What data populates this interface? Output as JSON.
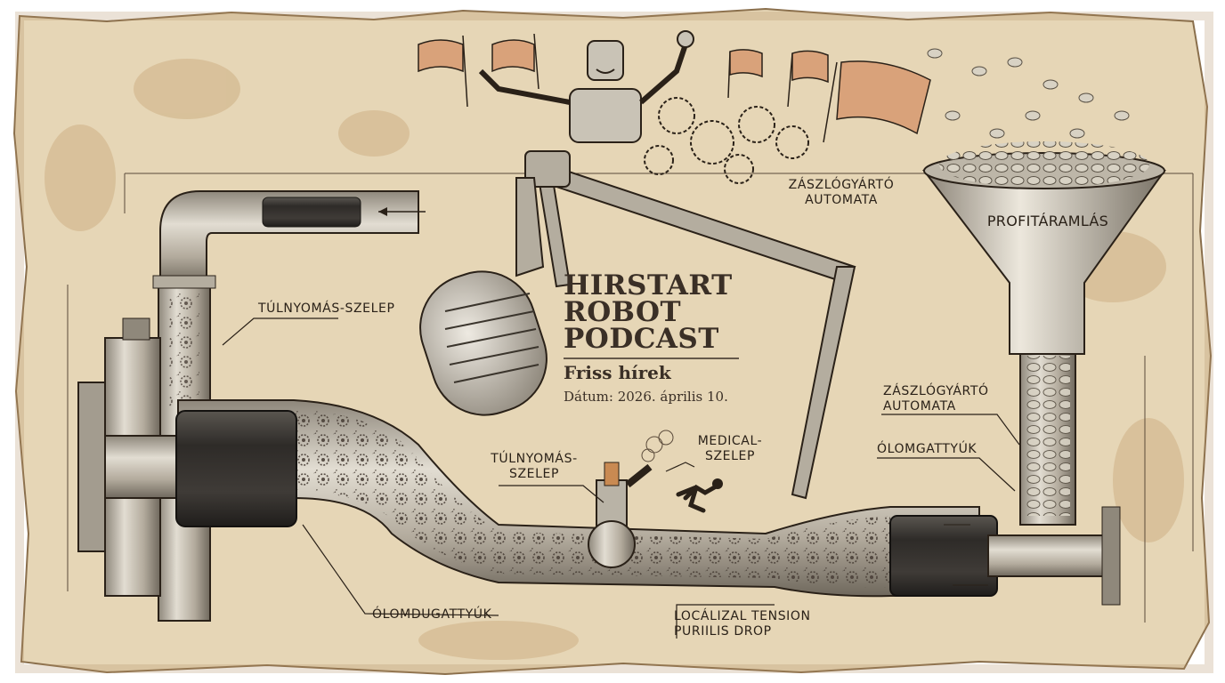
{
  "header": {
    "title_lines": [
      "HIRSTART",
      "ROBOT",
      "PODCAST"
    ],
    "subtitle": "Friss hírek",
    "date": "Dátum: 2026. április 10."
  },
  "labels": {
    "flag_machine_top_1": "ZÁSZLÓGYÁRTÓ",
    "flag_machine_top_2": "AUTOMATA",
    "funnel": "PROFITÁRAMLÁS",
    "overpressure_valve_left": "TÚLNYOMÁS-SZELEP",
    "flag_machine_right_1": "ZÁSZLÓGYÁRTÓ",
    "flag_machine_right_2": "AUTOMATA",
    "lead_valves_right": "ÓLOMGATTYÚK",
    "overpressure_valve_mid_1": "TÚLNYOMÁS-",
    "overpressure_valve_mid_2": "SZELEP",
    "medical_valve_1": "MEDICAL-",
    "medical_valve_2": "SZELEP",
    "lead_pistons": "ÓLOMDUGATTYÚK",
    "tension_drop_1": "LOCÁLIZAL TENSION",
    "tension_drop_2": "PURIILIS DROP"
  },
  "colors": {
    "parchment": "#e6d6b6",
    "ink": "#2a2118",
    "metal": "#b9b3a6",
    "dark_piston": "#3a3733",
    "flag_orange": "#d9a27a"
  }
}
